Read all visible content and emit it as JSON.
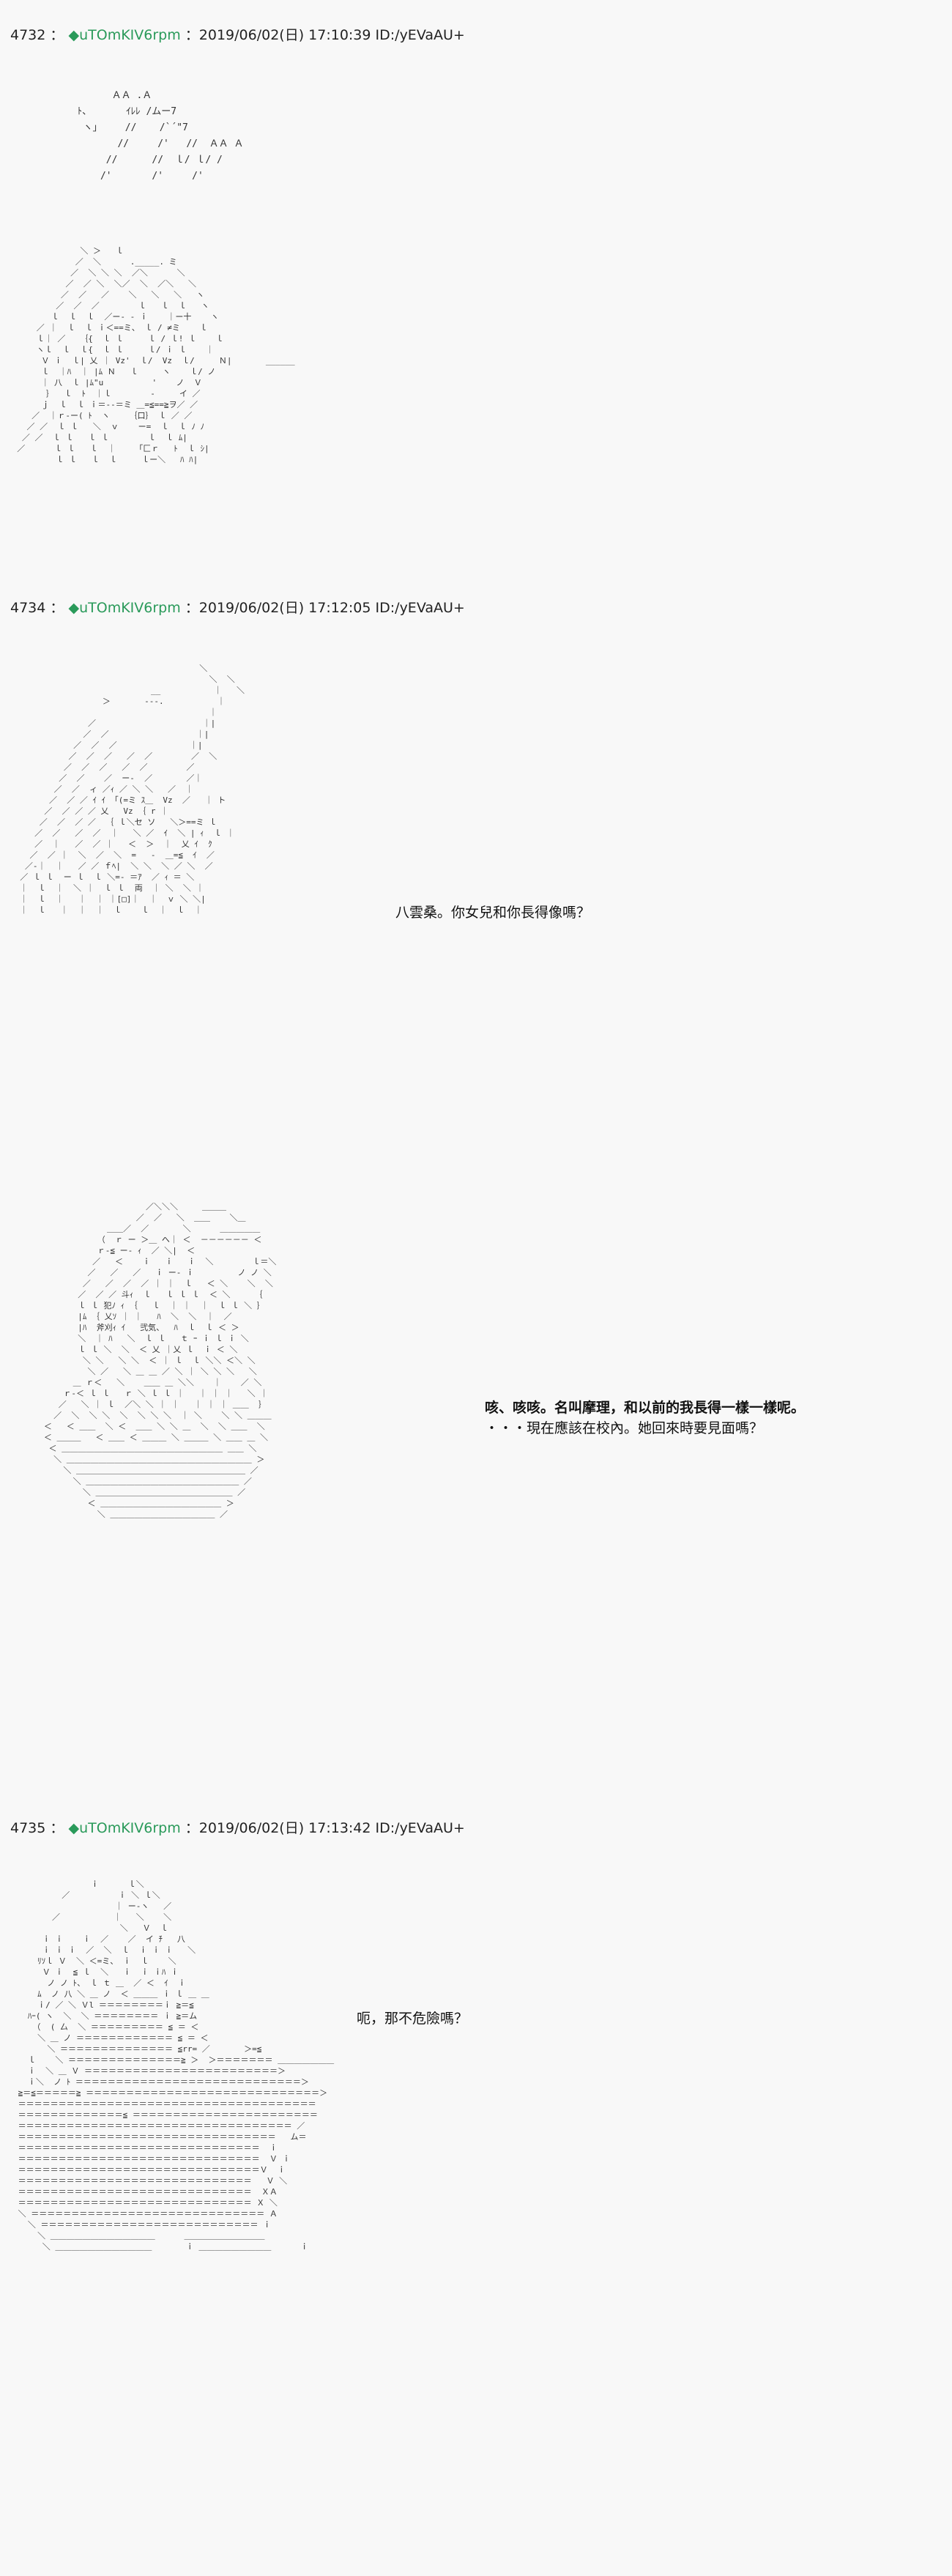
{
  "posts": [
    {
      "number": "4732",
      "sep": "：",
      "diamond": "◆",
      "trip": "uTOmKIV6rpm",
      "meta": "：2019/06/02(日) 17:10:39 ID:/yEVaAU+",
      "lines": []
    },
    {
      "number": "4734",
      "sep": "：",
      "diamond": "◆",
      "trip": "uTOmKIV6rpm",
      "meta": "：2019/06/02(日) 17:12:05 ID:/yEVaAU+",
      "lines": [
        "八雲桑。你女兒和你長得像嗎？"
      ],
      "lines2": [
        "咳、咳咳。名叫摩理，和以前的我長得一樣一樣呢。",
        "・・・現在應該在校內。她回來時要見面嗎？"
      ]
    },
    {
      "number": "4735",
      "sep": "：",
      "diamond": "◆",
      "trip": "uTOmKIV6rpm",
      "meta": "：2019/06/02(日) 17:13:42 ID:/yEVaAU+",
      "lines": [
        "呃，那不危險嗎？"
      ]
    }
  ]
}
